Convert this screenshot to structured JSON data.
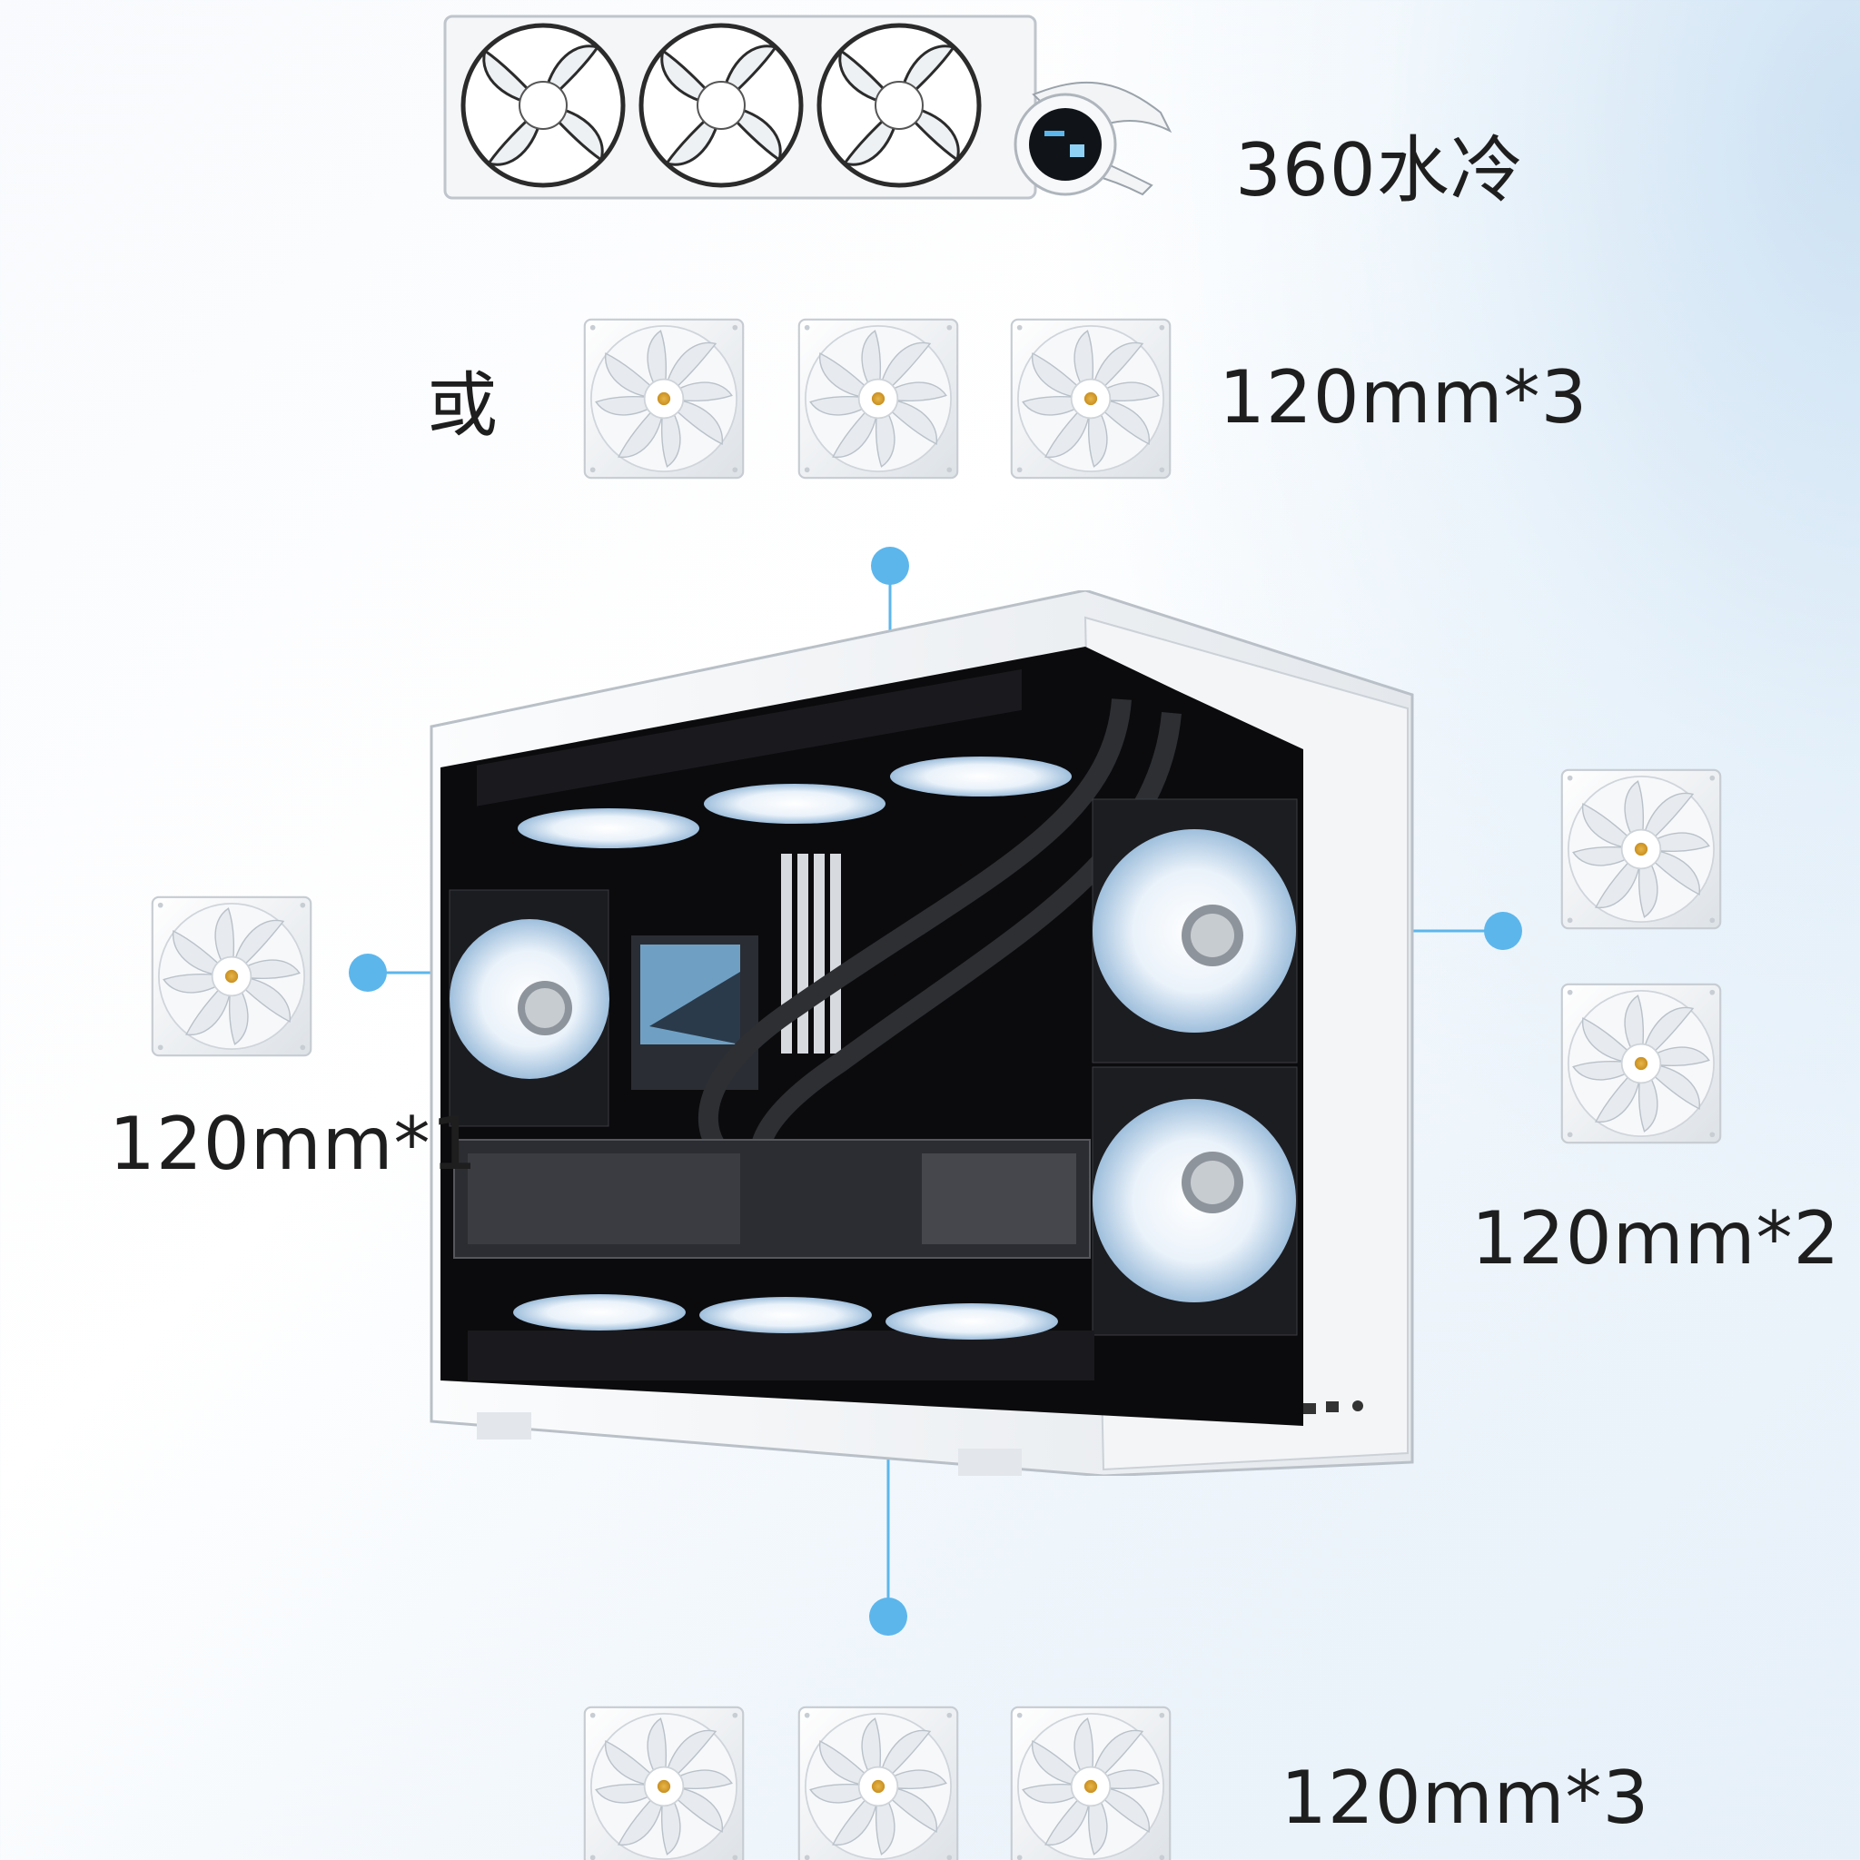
{
  "top": {
    "cooler_label": "360水冷",
    "or_label": "或",
    "fans_label": "120mm*3"
  },
  "left": {
    "fans_label": "120mm*1"
  },
  "right": {
    "fans_label": "120mm*2"
  },
  "bottom": {
    "fans_label": "120mm*3"
  },
  "colors": {
    "accent": "#5cb6ec",
    "text": "#1e1e1e",
    "fan_frame": "#f2f4f6",
    "case_interior": "#0b0b0d"
  },
  "icons": {
    "fan": "fan-icon",
    "radiator": "radiator-icon",
    "case": "pc-case-icon",
    "connector_dot": "connector-dot-icon"
  }
}
